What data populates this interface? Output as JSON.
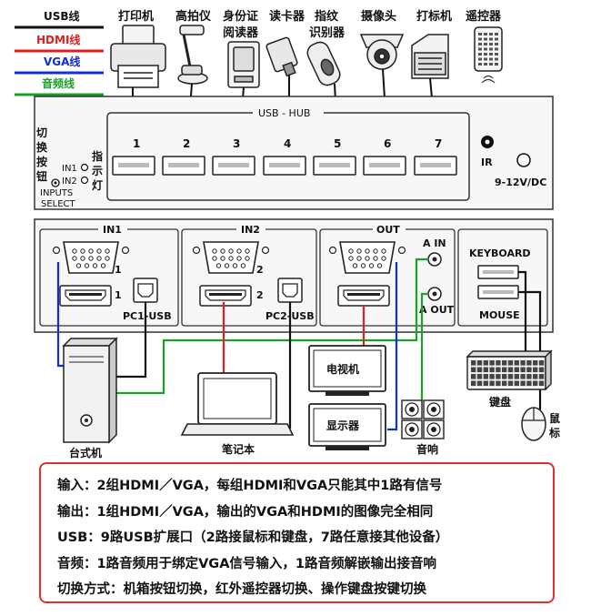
{
  "legend": {
    "usb": {
      "label": "USB线",
      "color": "#111111"
    },
    "hdmi": {
      "label": "HDMI线",
      "color": "#e02020"
    },
    "vga": {
      "label": "VGA线",
      "color": "#1030d0"
    },
    "audio": {
      "label": "音频线",
      "color": "#18a028"
    }
  },
  "devices": {
    "printer": "打印机",
    "scanner": "高拍仪",
    "id_reader": [
      "身份证",
      "阅读器"
    ],
    "card_reader": "读卡器",
    "fingerprint": [
      "指纹",
      "识别器"
    ],
    "camera": "摄像头",
    "label_printer": "打标机",
    "remote": "遥控器"
  },
  "hub": {
    "title": "USB - HUB",
    "ports": [
      "1",
      "2",
      "3",
      "4",
      "5",
      "6",
      "7"
    ],
    "ir_label": "IR",
    "power_label": "9-12V/DC",
    "switch_label": [
      "切",
      "换",
      "按",
      "钮"
    ],
    "inputs_select": [
      "INPUTS",
      "SELECT"
    ],
    "indicators": [
      "IN1",
      "IN2"
    ],
    "indicator_label": [
      "指",
      "示",
      "灯"
    ]
  },
  "panel": {
    "in1": {
      "title": "IN1",
      "vga_num": "1",
      "hdmi_num": "1",
      "usb_label": "PC1-USB"
    },
    "in2": {
      "title": "IN2",
      "vga_num": "2",
      "hdmi_num": "2",
      "usb_label": "PC2-USB"
    },
    "out": {
      "title": "OUT",
      "audio_in": "A IN",
      "audio_out": "A OUT"
    },
    "keyboard": "KEYBOARD",
    "mouse": "MOUSE"
  },
  "peripherals": {
    "desktop": "台式机",
    "laptop": "笔记本",
    "tv": "电视机",
    "monitor": "显示器",
    "speaker": "音响",
    "keyboard": "键盘",
    "mouse": [
      "鼠",
      "标"
    ]
  },
  "notes": [
    "输入：2组HDMI／VGA，每组HDMI和VGA只能其中1路有信号",
    "输出：1组HDMI／VGA，输出的VGA和HDMI的图像完全相同",
    "USB：9路USB扩展口（2路接鼠标和键盘，7路任意接其他设备）",
    "音频：1路音频用于绑定VGA信号输入，1路音频解嵌输出接音响",
    "切换方式：机箱按钮切换，红外遥控器切换、操作键盘按键切换"
  ]
}
